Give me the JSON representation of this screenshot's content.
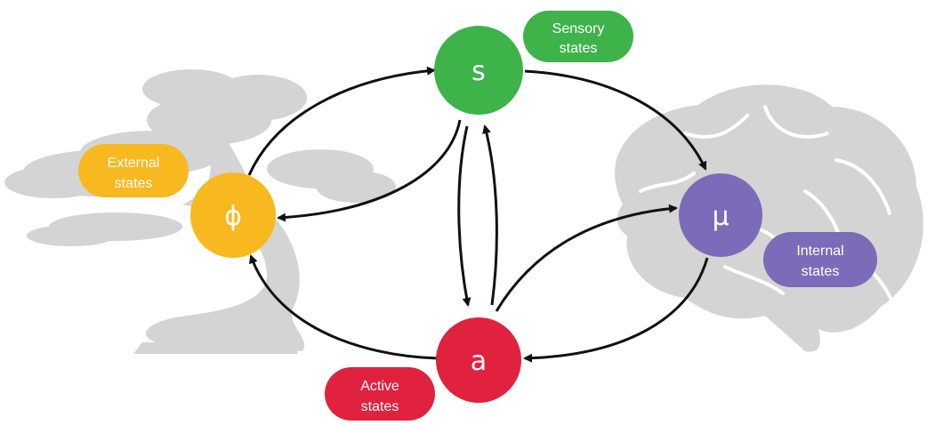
{
  "colors": {
    "sensory": "#3db34a",
    "external": "#f8b81f",
    "internal": "#7b6bb8",
    "active": "#e0223f",
    "silhouette": "#d4d4d4",
    "arrow": "#111111"
  },
  "nodes": {
    "sensory": {
      "symbol": "s"
    },
    "external": {
      "symbol": "ϕ"
    },
    "internal": {
      "symbol": "μ"
    },
    "active": {
      "symbol": "a"
    }
  },
  "labels": {
    "sensory": {
      "line1": "Sensory",
      "line2": "states"
    },
    "external": {
      "line1": "External",
      "line2": "states"
    },
    "internal": {
      "line1": "Internal",
      "line2": "states"
    },
    "active": {
      "line1": "Active",
      "line2": "states"
    }
  },
  "icons": [
    "tree-silhouette",
    "brain-silhouette"
  ]
}
